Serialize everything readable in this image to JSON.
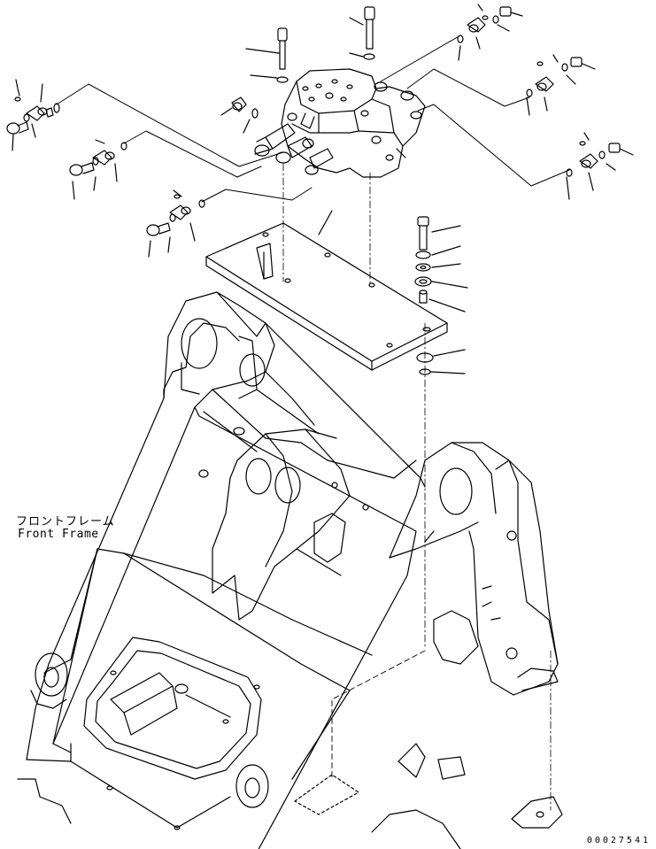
{
  "labels": {
    "frame_jp": "フロントフレーム",
    "frame_en": "Front Frame"
  },
  "drawing_number": "00027541",
  "colors": {
    "line": "#000000",
    "background": "#ffffff"
  }
}
